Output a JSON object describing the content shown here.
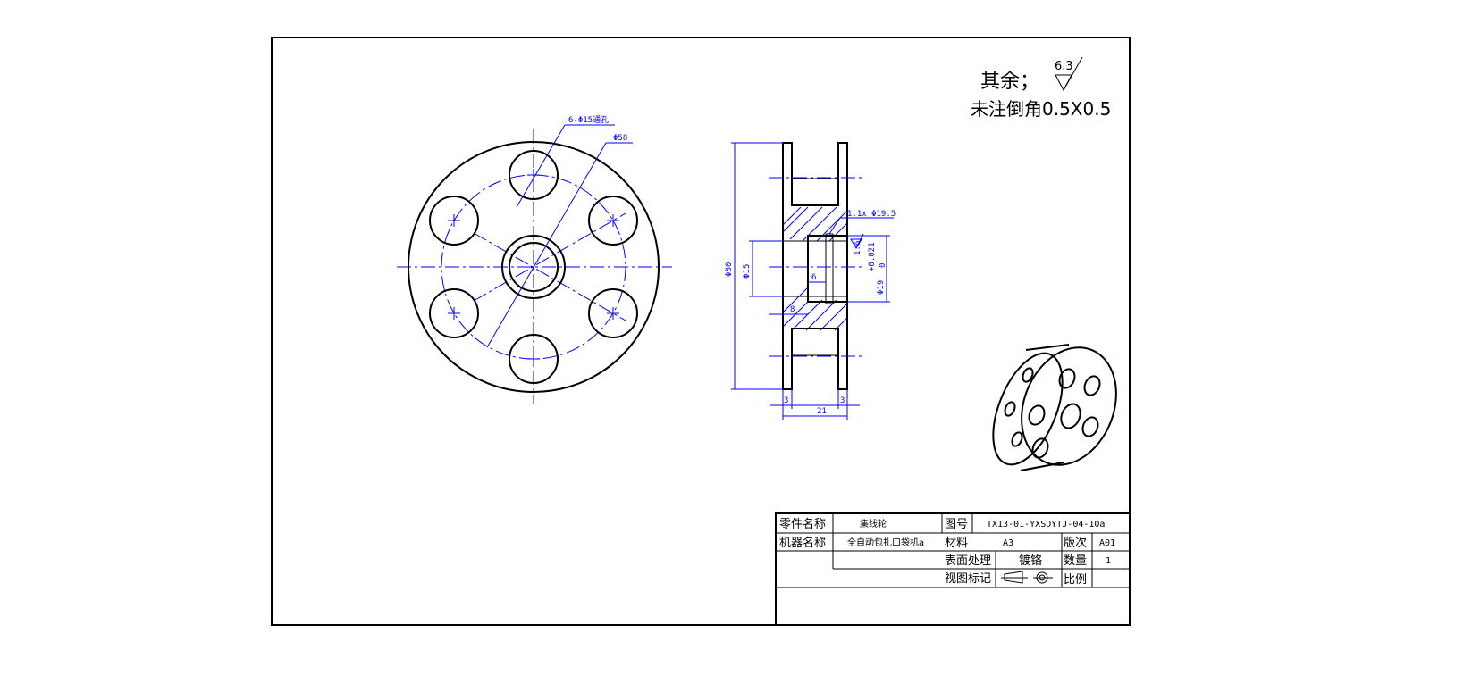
{
  "notes": {
    "surface_label": "其余；",
    "roughness": "6.3",
    "chamfer": "未注倒角0.5X0.5"
  },
  "dimensions": {
    "holes": "6-Φ15通孔",
    "pitch_dia": "Φ58",
    "outer_dia": "Φ80",
    "bore": "Φ15",
    "groove": "1.1x Φ19.5",
    "seat_dia": "Φ19",
    "tol": "+0.021",
    "tol_low": "0",
    "roughness_small": "1.6",
    "w6": "6",
    "w8": "8",
    "w3a": "3",
    "w21": "21",
    "w3b": "3"
  },
  "title_block": {
    "part_name_label": "零件名称",
    "part_name": "集线轮",
    "drawing_no_label": "图号",
    "drawing_no": "TX13-01-YXSDYTJ-04-10a",
    "machine_label": "机器名称",
    "machine": "全自动包扎口袋机a",
    "material_label": "材料",
    "material": "A3",
    "version_label": "版次",
    "version": "A01",
    "surface_label": "表面处理",
    "surface": "镀铬",
    "qty_label": "数量",
    "qty": "1",
    "view_label": "视图标记",
    "scale_label": "比例"
  }
}
